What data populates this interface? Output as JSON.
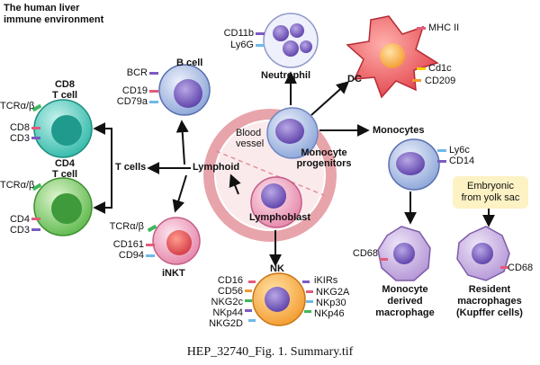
{
  "title": "The human liver immune environment",
  "title_lines": [
    "The human liver",
    "immune environment"
  ],
  "caption": "HEP_32740_Fig. 1. Summary.tif",
  "center": {
    "blood_vessel": [
      "Blood",
      "vessel"
    ],
    "monocyte_progenitors": [
      "Monocyte",
      "progenitors"
    ],
    "lymphoblast": "Lymphoblast"
  },
  "lymphoid": "Lymphoid",
  "t_cells": "T cells",
  "cd8": {
    "name": [
      "CD8",
      "T cell"
    ],
    "markers": [
      "TCRα/β",
      "CD8",
      "CD3"
    ]
  },
  "cd4": {
    "name": [
      "CD4",
      "T cell"
    ],
    "markers": [
      "TCRα/β",
      "CD4",
      "CD3"
    ]
  },
  "bcell": {
    "name": "B cell",
    "markers": [
      "BCR",
      "CD19",
      "CD79a"
    ]
  },
  "inkt": {
    "name": "iNKT",
    "markers": [
      "TCRα/β",
      "CD161",
      "CD94"
    ]
  },
  "neutrophil": {
    "name": "Neutrophil",
    "markers": [
      "CD11b",
      "Ly6G"
    ]
  },
  "dc": {
    "name": "DC",
    "markers": [
      "MHC II",
      "Cd1c",
      "CD209"
    ]
  },
  "monocytes": {
    "name": "Monocytes",
    "markers": [
      "Ly6c",
      "CD14"
    ]
  },
  "nk": {
    "name": "NK",
    "left_markers": [
      "CD16",
      "CD56",
      "NKG2c",
      "NKp44",
      "NKG2D"
    ],
    "right_markers": [
      "iKIRs",
      "NKG2A",
      "NKp30",
      "NKp46"
    ]
  },
  "mono_macro": {
    "marker": "CD68",
    "name": [
      "Monocyte",
      "derived",
      "macrophage"
    ]
  },
  "resident": {
    "origin": [
      "Embryonic",
      "from yolk sac"
    ],
    "marker": "CD68",
    "name": [
      "Resident",
      "macrophages",
      "(Kupffer cells)"
    ]
  }
}
